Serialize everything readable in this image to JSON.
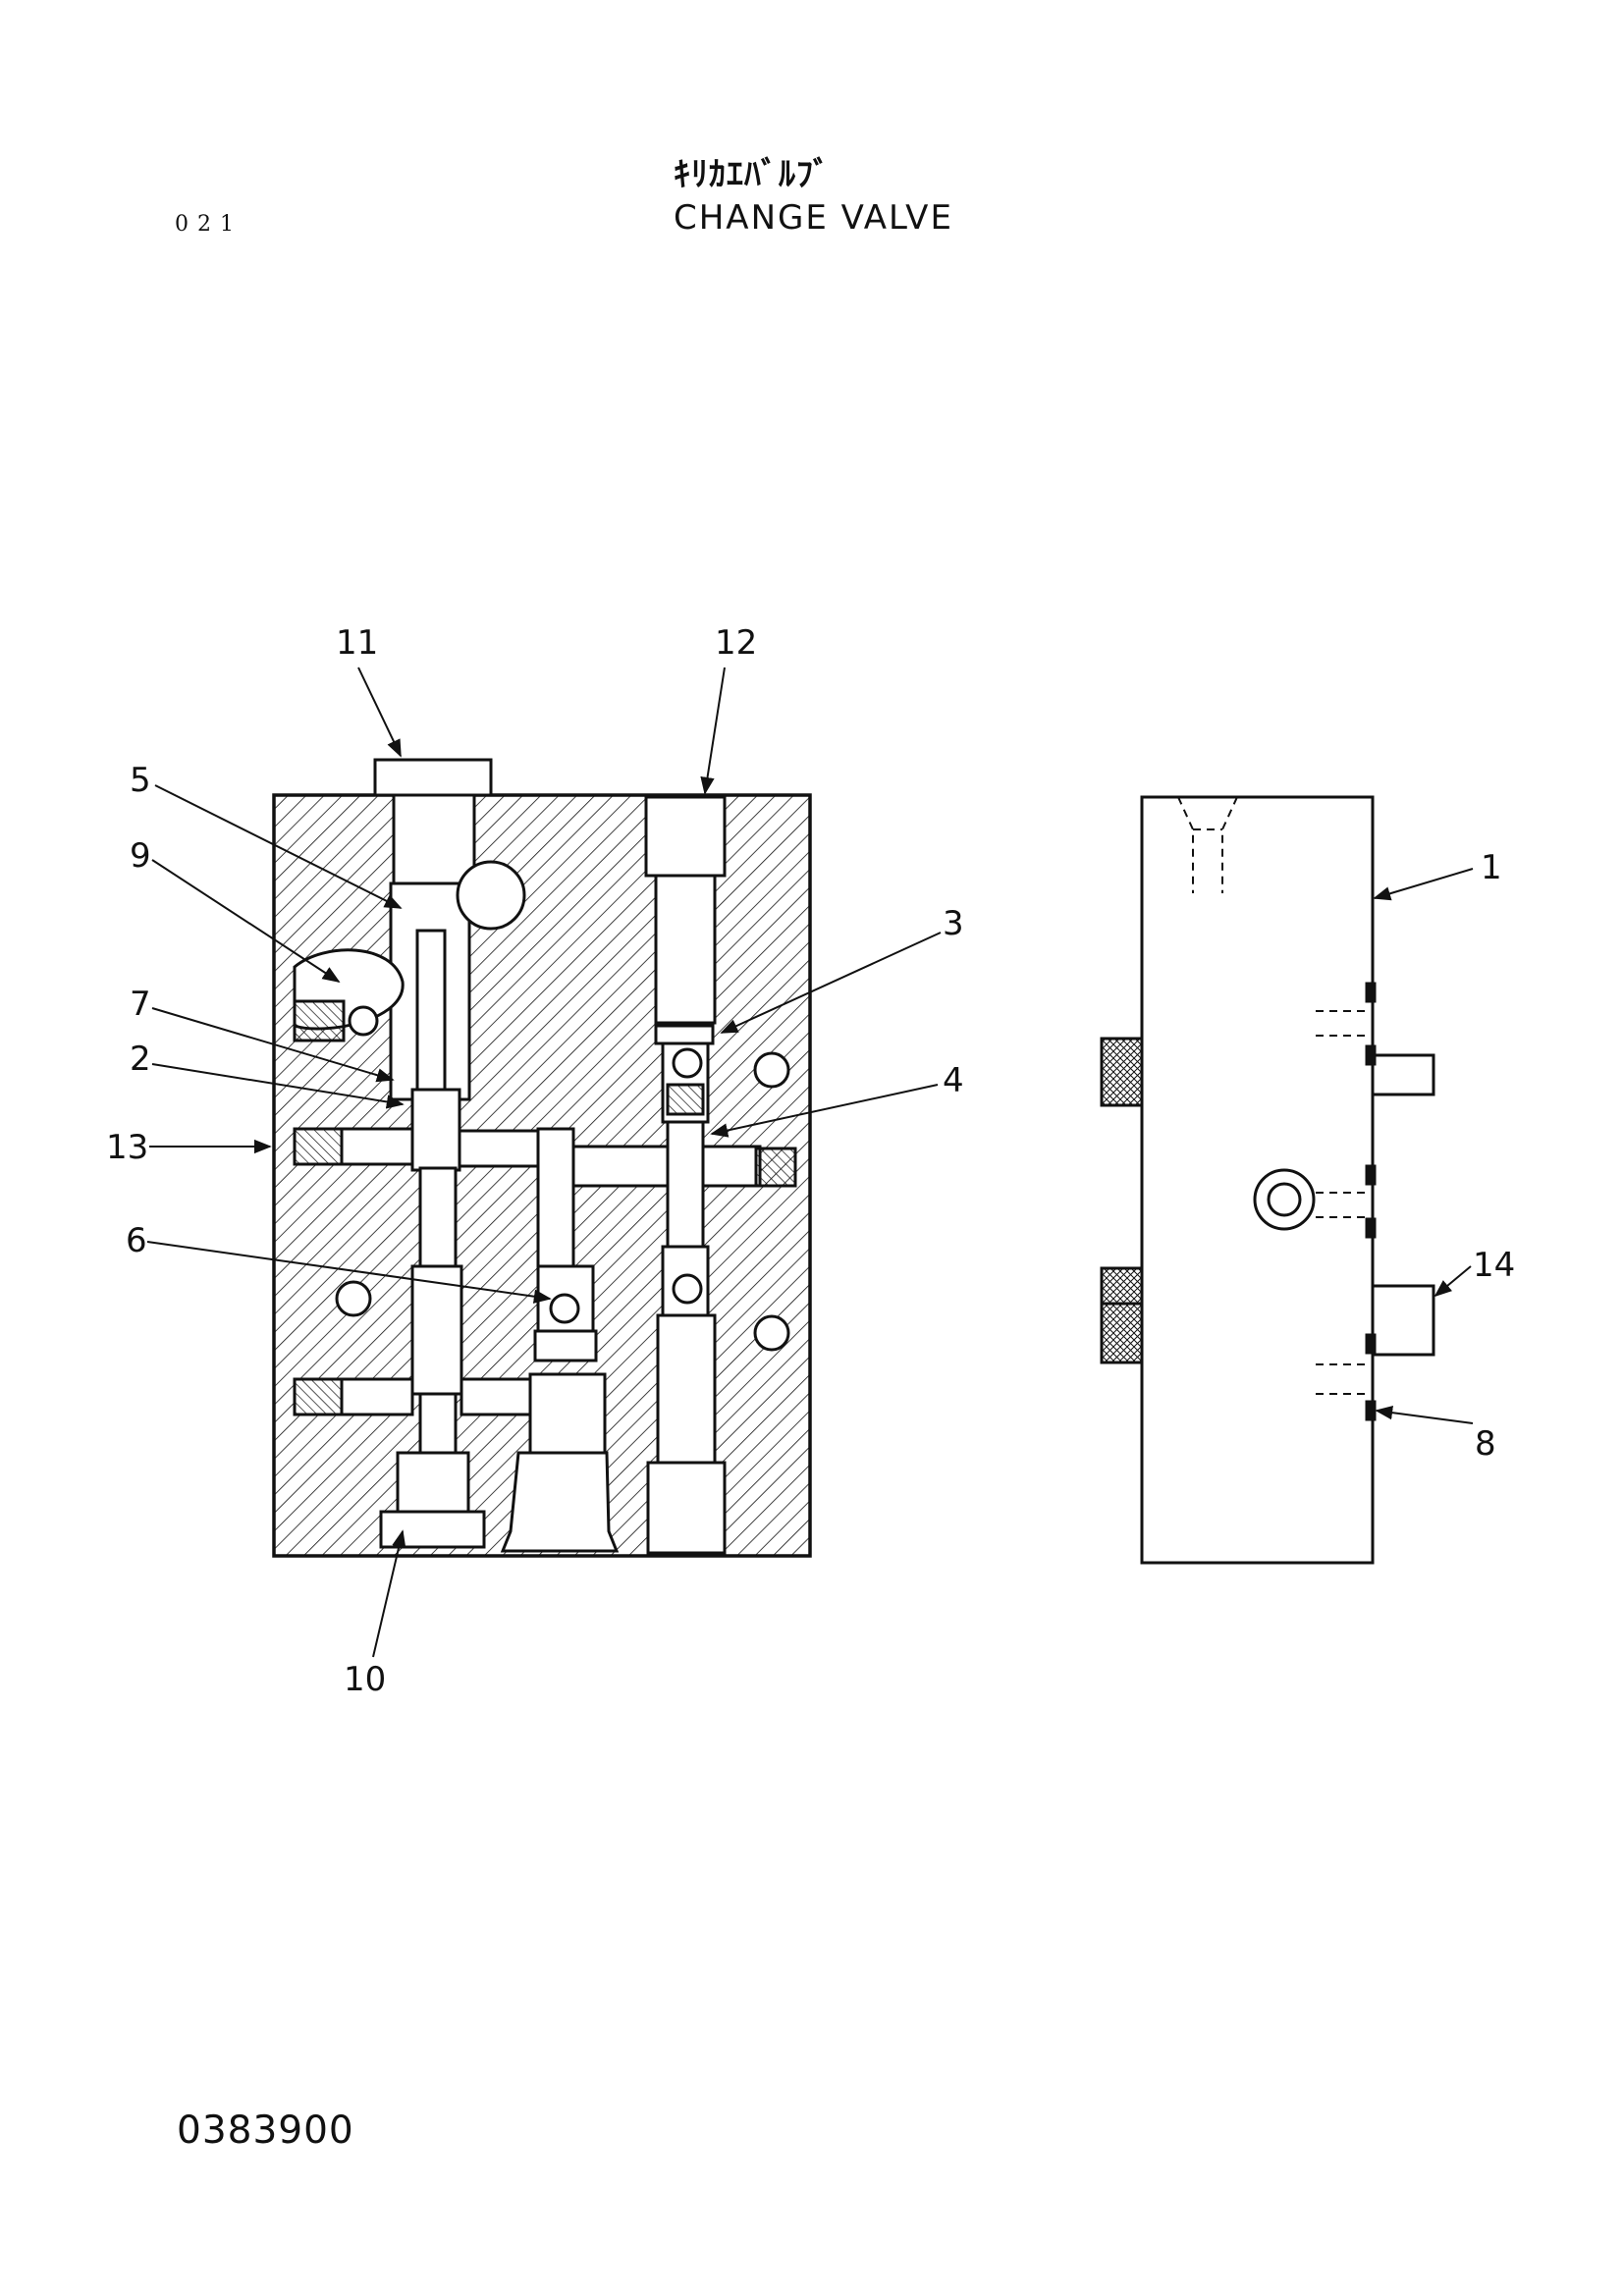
{
  "header": {
    "page_code": "021",
    "title_katakana": "ｷﾘｶｴﾊﾞﾙﾌﾞ",
    "title_english": "CHANGE VALVE"
  },
  "footer": {
    "drawing_number": "0383900"
  },
  "callouts": {
    "c1": "1",
    "c2": "2",
    "c3": "3",
    "c4": "4",
    "c5": "5",
    "c6": "6",
    "c7": "7",
    "c8": "8",
    "c9": "9",
    "c10": "10",
    "c11": "11",
    "c12": "12",
    "c13": "13",
    "c14": "14"
  },
  "colors": {
    "ink": "#111111",
    "paper": "#ffffff"
  }
}
